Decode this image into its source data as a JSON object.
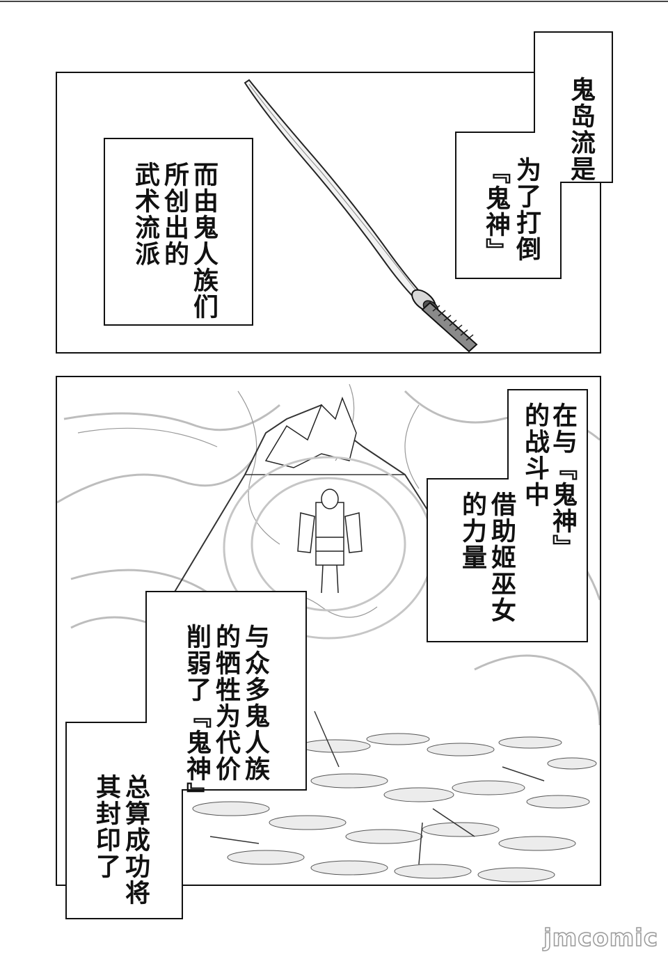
{
  "panel1": {
    "box_right_col1": "鬼岛流是",
    "box_right_col2": "为了打倒",
    "box_right_col3": "『鬼神』",
    "box_left_col1": "而由鬼人族们",
    "box_left_col2": "所创出的",
    "box_left_col3": "武术流派"
  },
  "panel2": {
    "box_top_col1": "在与『鬼神』",
    "box_top_col2": "的战斗中",
    "box_mid_col1": "借助姬巫女",
    "box_mid_col2": "的力量",
    "box_center_col1": "与众多鬼人族",
    "box_center_col2": "的牺牲为代价",
    "box_center_col3": "削弱了『鬼神』",
    "box_bottom_col1": "总算成功将",
    "box_bottom_col2": "其封印了"
  },
  "watermark": "jmcomic"
}
